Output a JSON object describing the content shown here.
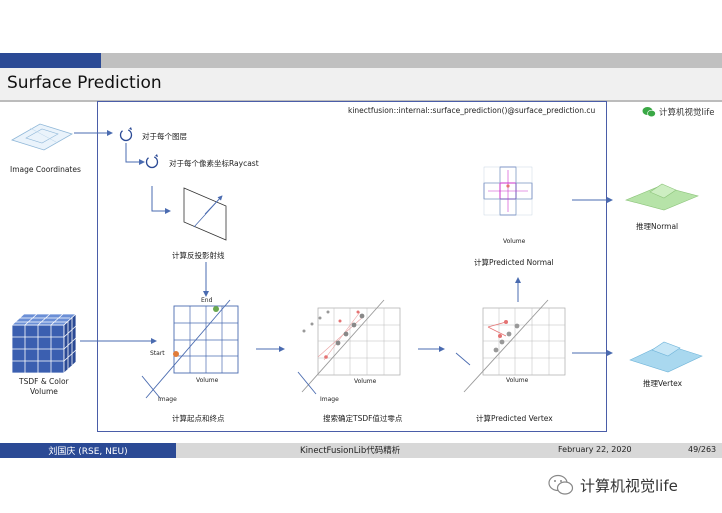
{
  "slide": {
    "title": "Surface Prediction",
    "code_reference": "kinectfusion::internal::surface_prediction()@surface_prediction.cu",
    "brand_top": "计算机视觉life"
  },
  "labels": {
    "image_coordinates": "Image Coordinates",
    "loop_layers": "对于每个图层",
    "loop_pixels": "对于每个像素坐标Raycast",
    "backproject": "计算反投影射线",
    "tsdf_volume_line1": "TSDF & Color",
    "tsdf_volume_line2": "Volume",
    "start_end": "计算起点和终点",
    "search_zero": "搜索确定TSDF值过零点",
    "predicted_vertex_calc": "计算Predicted Vertex",
    "predicted_normal_calc": "计算Predicted Normal",
    "push_normal": "推理Normal",
    "push_vertex": "推理Vertex",
    "volume": "Volume",
    "start": "Start",
    "end": "End",
    "image": "Image"
  },
  "footer": {
    "author": "刘国庆 (RSE, NEU)",
    "doc": "KinectFusionLib代码精析",
    "date": "February 22, 2020",
    "page": "49/263"
  },
  "watermark": "计算机视觉life",
  "colors": {
    "accent_blue": "#2b4a95",
    "green_mark": "#6aa84f",
    "orange_mark": "#e07b39",
    "magenta": "#cc33cc",
    "cyan_surface": "#a9d8ef",
    "green_surface": "#b6e3a8"
  }
}
